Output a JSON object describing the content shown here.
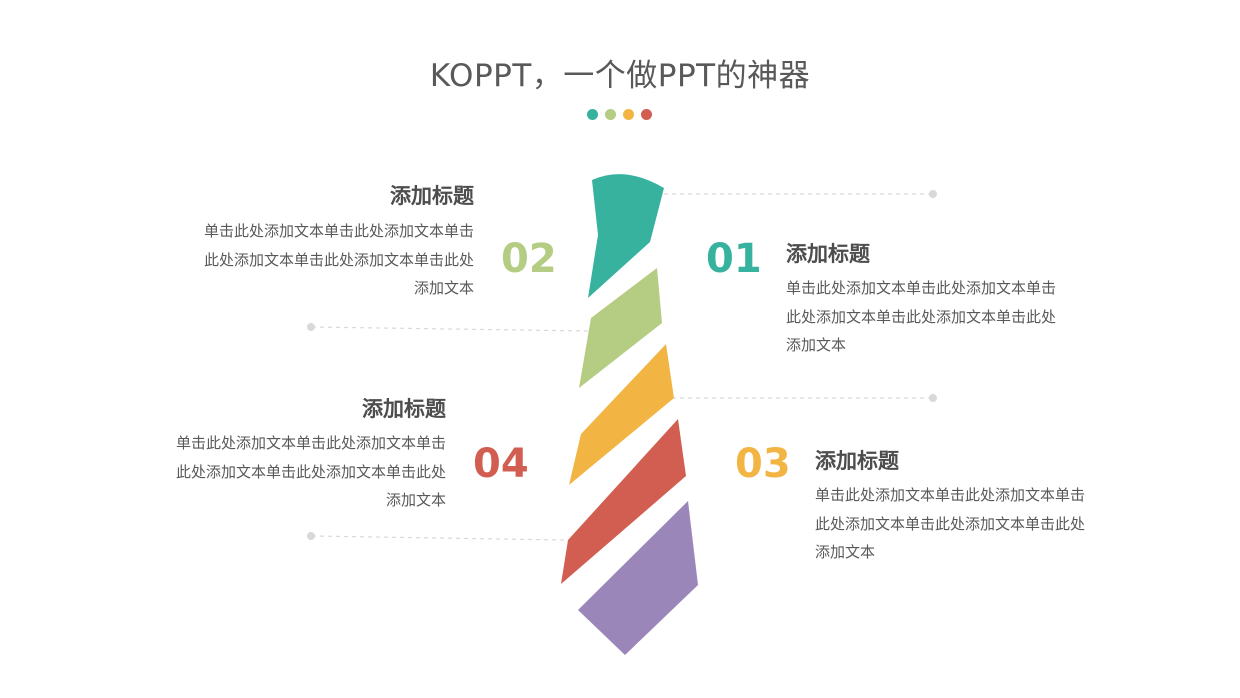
{
  "page": {
    "title": "KOPPT，一个做PPT的神器",
    "dot_colors": [
      "#36b29f",
      "#b5cc83",
      "#f2b544",
      "#d25e52"
    ]
  },
  "items": [
    {
      "number": "01",
      "title": "添加标题",
      "body": "单击此处添加文本单击此处添加文本单击此处添加文本单击此处添加文本单击此处添加文本",
      "color": "#36b29f"
    },
    {
      "number": "02",
      "title": "添加标题",
      "body": "单击此处添加文本单击此处添加文本单击此处添加文本单击此处添加文本单击此处添加文本",
      "color": "#b5cc83"
    },
    {
      "number": "03",
      "title": "添加标题",
      "body": "单击此处添加文本单击此处添加文本单击此处添加文本单击此处添加文本单击此处添加文本",
      "color": "#f2b544"
    },
    {
      "number": "04",
      "title": "添加标题",
      "body": "单击此处添加文本单击此处添加文本单击此处添加文本单击此处添加文本单击此处添加文本",
      "color": "#d25e52"
    }
  ],
  "tie": {
    "segment_colors": [
      "#36b29f",
      "#b5cc83",
      "#f2b544",
      "#d25e52",
      "#9b86ba"
    ],
    "connector_color": "#d9d9d9"
  }
}
